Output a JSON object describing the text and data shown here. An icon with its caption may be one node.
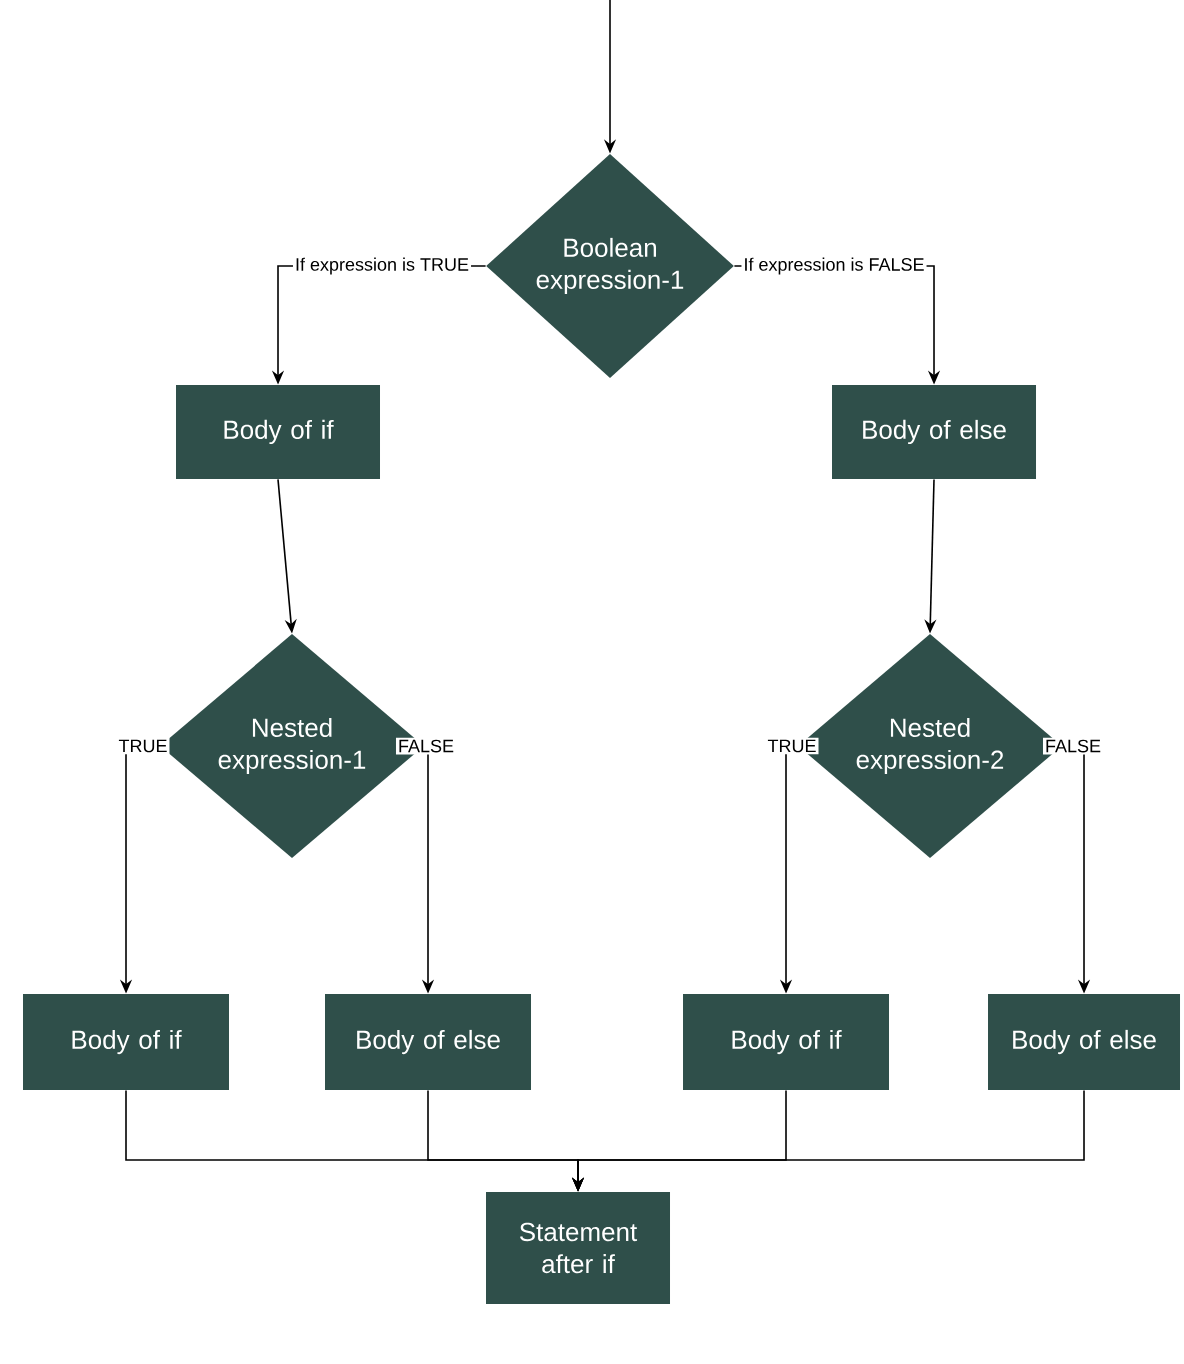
{
  "diagram": {
    "nodes": [
      {
        "text": [
          "Boolean expression-1"
        ]
      },
      {
        "text": [
          "Body of if"
        ]
      },
      {
        "text": [
          "Body of else"
        ]
      },
      {
        "text": [
          "Nested expression-1"
        ]
      },
      {
        "text": [
          "Nested expression-2"
        ]
      },
      {
        "text": [
          "Body of if"
        ]
      },
      {
        "text": [
          "Body of else"
        ]
      },
      {
        "text": [
          "Body of if"
        ]
      },
      {
        "text": [
          "Body of else"
        ]
      },
      {
        "text": [
          "Statement after if"
        ]
      }
    ],
    "edges": [
      {
        "from": null,
        "to": 0,
        "arrow": "to"
      },
      {
        "from": 0,
        "to": 1,
        "arrow": "to",
        "label": "If expression is TRUE"
      },
      {
        "from": 0,
        "to": 2,
        "arrow": "to",
        "label": "If expression  is FALSE"
      },
      {
        "from": 1,
        "to": 3,
        "arrow": "to"
      },
      {
        "from": 2,
        "to": 4,
        "arrow": "to"
      },
      {
        "from": 3,
        "to": 5,
        "arrow": "to",
        "label": "TRUE"
      },
      {
        "from": 3,
        "to": 6,
        "arrow": "to",
        "label": "FALSE"
      },
      {
        "from": 4,
        "to": 7,
        "arrow": "to",
        "label": "TRUE"
      },
      {
        "from": 4,
        "to": 8,
        "arrow": "to",
        "label": "FALSE"
      },
      {
        "from": 5,
        "to": 9,
        "arrow": "to"
      },
      {
        "from": 6,
        "to": 9,
        "arrow": "to"
      },
      {
        "from": 7,
        "to": 9,
        "arrow": "to"
      },
      {
        "from": 8,
        "to": 9,
        "arrow": "to"
      }
    ]
  }
}
